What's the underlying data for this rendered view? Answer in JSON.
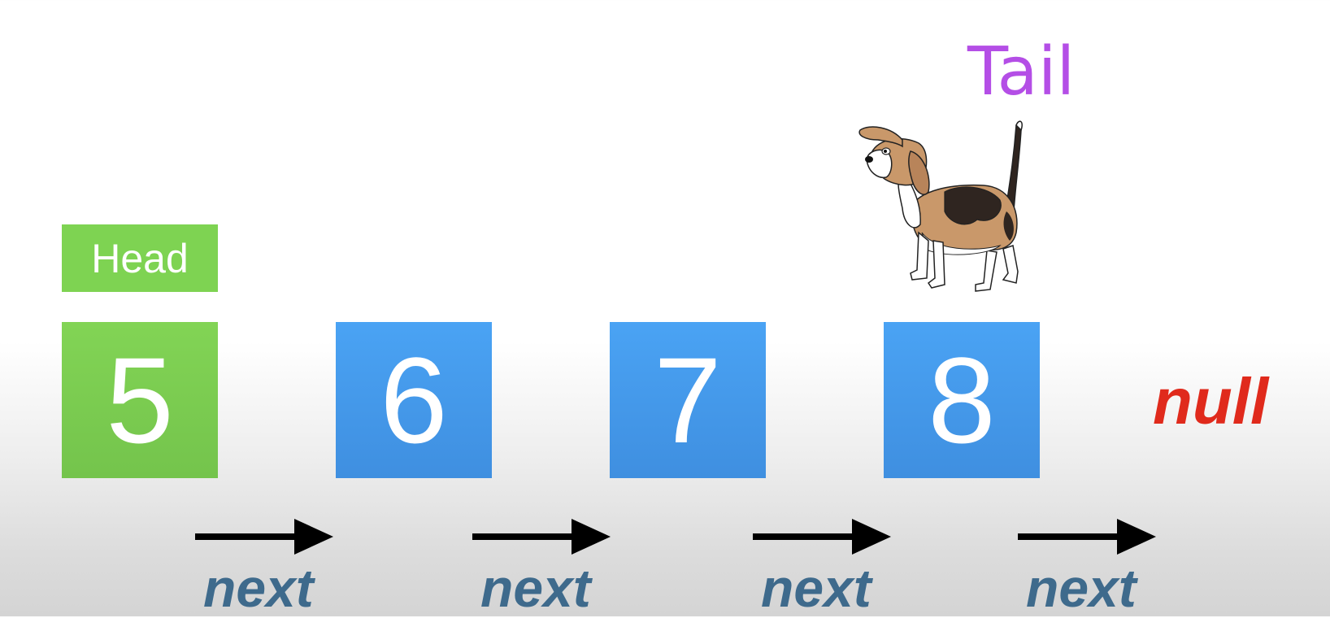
{
  "head_label": "Head",
  "tail_label": "Tail",
  "null_label": "null",
  "next_label": "next",
  "nodes": [
    {
      "value": "5",
      "color": "#7ed352"
    },
    {
      "value": "6",
      "color": "#4aa3f4"
    },
    {
      "value": "7",
      "color": "#4aa3f4"
    },
    {
      "value": "8",
      "color": "#4aa3f4"
    }
  ],
  "colors": {
    "head": "#7ed352",
    "node": "#4aa3f4",
    "tail": "#b44ee6",
    "null": "#e02a1c",
    "next": "#3e6a8c",
    "arrow": "#000000"
  },
  "icons": {
    "tail_marker": "beagle-dog-icon"
  }
}
